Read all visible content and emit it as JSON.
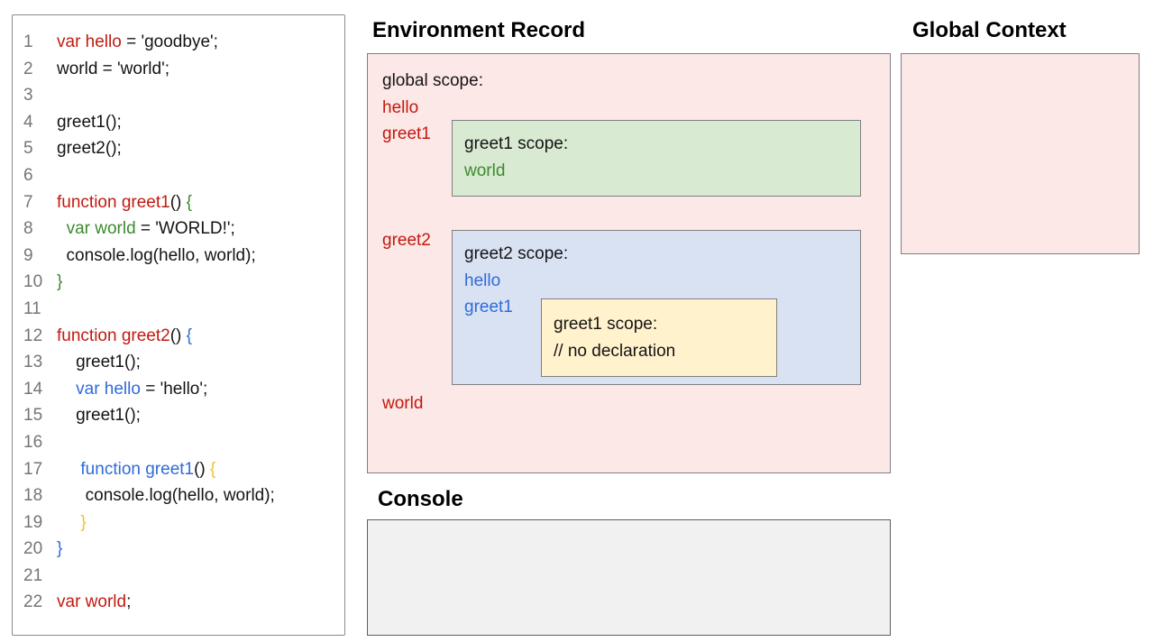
{
  "colors": {
    "red": "#c11a10",
    "green": "#3c8a2e",
    "blue": "#2f6bd9",
    "yellow": "#f1c232",
    "black": "#141414",
    "line_number": "#757575",
    "pink_bg": "#fce8e6",
    "green_bg": "#d9ead3",
    "blue_bg": "#d9e2f3",
    "yellow_bg": "#fff2cc",
    "console_bg": "#f1f1f1",
    "box_border": "#808080",
    "console_border": "#5f5f5f"
  },
  "code": {
    "lines": [
      {
        "num": "1",
        "segs": [
          [
            "red",
            "var hello"
          ],
          [
            "black",
            " = 'goodbye';"
          ]
        ]
      },
      {
        "num": "2",
        "segs": [
          [
            "black",
            "world = 'world';"
          ]
        ]
      },
      {
        "num": "3",
        "segs": []
      },
      {
        "num": "4",
        "segs": [
          [
            "black",
            "greet1();"
          ]
        ]
      },
      {
        "num": "5",
        "segs": [
          [
            "black",
            "greet2();"
          ]
        ]
      },
      {
        "num": "6",
        "segs": []
      },
      {
        "num": "7",
        "segs": [
          [
            "red",
            "function greet1"
          ],
          [
            "black",
            "() "
          ],
          [
            "green",
            "{"
          ]
        ]
      },
      {
        "num": "8",
        "segs": [
          [
            "black",
            "  "
          ],
          [
            "green",
            "var world"
          ],
          [
            "black",
            " = 'WORLD!';"
          ]
        ]
      },
      {
        "num": "9",
        "segs": [
          [
            "black",
            "  console.log(hello, world);"
          ]
        ]
      },
      {
        "num": "10",
        "segs": [
          [
            "green",
            "}"
          ]
        ]
      },
      {
        "num": "11",
        "segs": []
      },
      {
        "num": "12",
        "segs": [
          [
            "red",
            "function greet2"
          ],
          [
            "black",
            "() "
          ],
          [
            "blue",
            "{"
          ]
        ]
      },
      {
        "num": "13",
        "segs": [
          [
            "black",
            "    greet1();"
          ]
        ]
      },
      {
        "num": "14",
        "segs": [
          [
            "black",
            "    "
          ],
          [
            "blue",
            "var hello"
          ],
          [
            "black",
            " = 'hello';"
          ]
        ]
      },
      {
        "num": "15",
        "segs": [
          [
            "black",
            "    greet1();"
          ]
        ]
      },
      {
        "num": "16",
        "segs": []
      },
      {
        "num": "17",
        "segs": [
          [
            "black",
            "     "
          ],
          [
            "blue",
            "function greet1"
          ],
          [
            "black",
            "() "
          ],
          [
            "yellow",
            "{"
          ]
        ]
      },
      {
        "num": "18",
        "segs": [
          [
            "black",
            "      console.log(hello, world);"
          ]
        ]
      },
      {
        "num": "19",
        "segs": [
          [
            "black",
            "     "
          ],
          [
            "yellow",
            "}"
          ]
        ]
      },
      {
        "num": "20",
        "segs": [
          [
            "blue",
            "}"
          ]
        ]
      },
      {
        "num": "21",
        "segs": []
      },
      {
        "num": "22",
        "segs": [
          [
            "red",
            "var world"
          ],
          [
            "black",
            ";"
          ]
        ]
      }
    ]
  },
  "env": {
    "title": "Environment Record",
    "global_scope_label": "global scope:",
    "hello_label": "hello",
    "greet1_label": "greet1",
    "greet2_label": "greet2",
    "world_label": "world",
    "greet1_scope": {
      "title": "greet1 scope:",
      "world": "world"
    },
    "greet2_scope": {
      "title": "greet2 scope:",
      "hello": "hello",
      "greet1": "greet1",
      "nested": {
        "title": "greet1 scope:",
        "comment": "// no declaration"
      }
    }
  },
  "global_context": {
    "title": "Global Context"
  },
  "console": {
    "title": "Console"
  }
}
